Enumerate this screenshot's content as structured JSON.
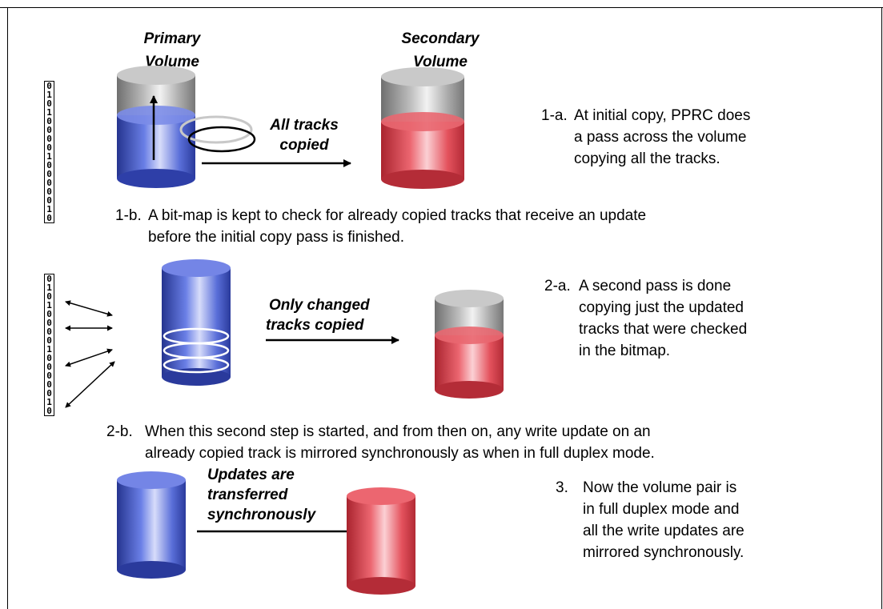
{
  "headers": {
    "primary": [
      "Primary",
      "Volume"
    ],
    "secondary": [
      "Secondary",
      "Volume"
    ]
  },
  "step1": {
    "label": [
      "All tracks",
      "copied"
    ],
    "a_num": "1-a.",
    "a_text": [
      "At initial copy, PPRC does",
      "a pass across the volume",
      "copying all the tracks."
    ],
    "b_num": "1-b.",
    "b_text": [
      "A bit-map is kept to check for already copied tracks that receive an update",
      "before the initial copy pass is finished."
    ],
    "bits": [
      "0",
      "1",
      "0",
      "1",
      "0",
      "0",
      "0",
      "0",
      "1",
      "0",
      "0",
      "0",
      "0",
      "0",
      "1",
      "0"
    ]
  },
  "step2": {
    "label": [
      "Only changed",
      "tracks copied"
    ],
    "a_num": "2-a.",
    "a_text": [
      "A second pass is done",
      "copying just the updated",
      "tracks that were checked",
      "in the bitmap."
    ],
    "b_num": "2-b.",
    "b_text": [
      "When this second step is started, and from then on, any write update on an",
      "already copied track is mirrored synchronously as when in full duplex mode."
    ],
    "bits": [
      "0",
      "1",
      "0",
      "1",
      "0",
      "0",
      "0",
      "0",
      "1",
      "0",
      "0",
      "0",
      "0",
      "0",
      "1",
      "0"
    ]
  },
  "step3": {
    "label": [
      "Updates are",
      "transferred",
      "synchronously"
    ],
    "num": "3.",
    "text": [
      "Now the volume pair is",
      "in full duplex mode and",
      "all the write updates are",
      "mirrored synchronously."
    ]
  },
  "colors": {
    "primary_blue": "#3a4fc9",
    "secondary_red": "#e0424f",
    "empty_gray": "#9a9a9a"
  }
}
